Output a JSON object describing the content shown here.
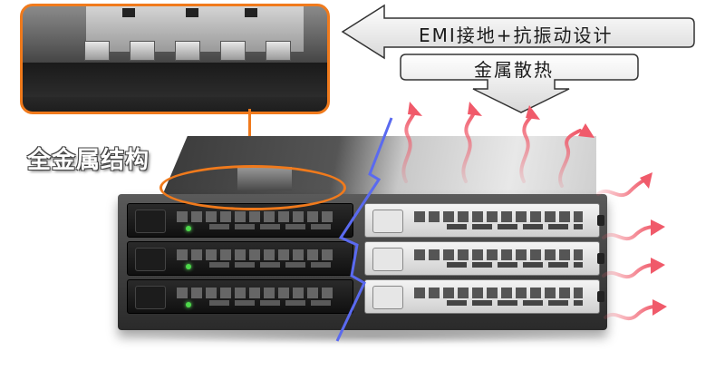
{
  "callouts": {
    "emi_text": "EMI接地+抗振动设计",
    "metal_text": "金属散热"
  },
  "title": {
    "text": "全金属结构"
  },
  "colors": {
    "accent_orange": "#f07a1c",
    "heat_red": "#f05a6a",
    "split_blue": "#5a6af0",
    "led_green": "#4dd84a"
  },
  "icons": {
    "left_arrow": "left-arrow-icon",
    "down_arrow": "down-arrow-icon",
    "heat_arrows": "heat-wave-arrow-icon"
  }
}
